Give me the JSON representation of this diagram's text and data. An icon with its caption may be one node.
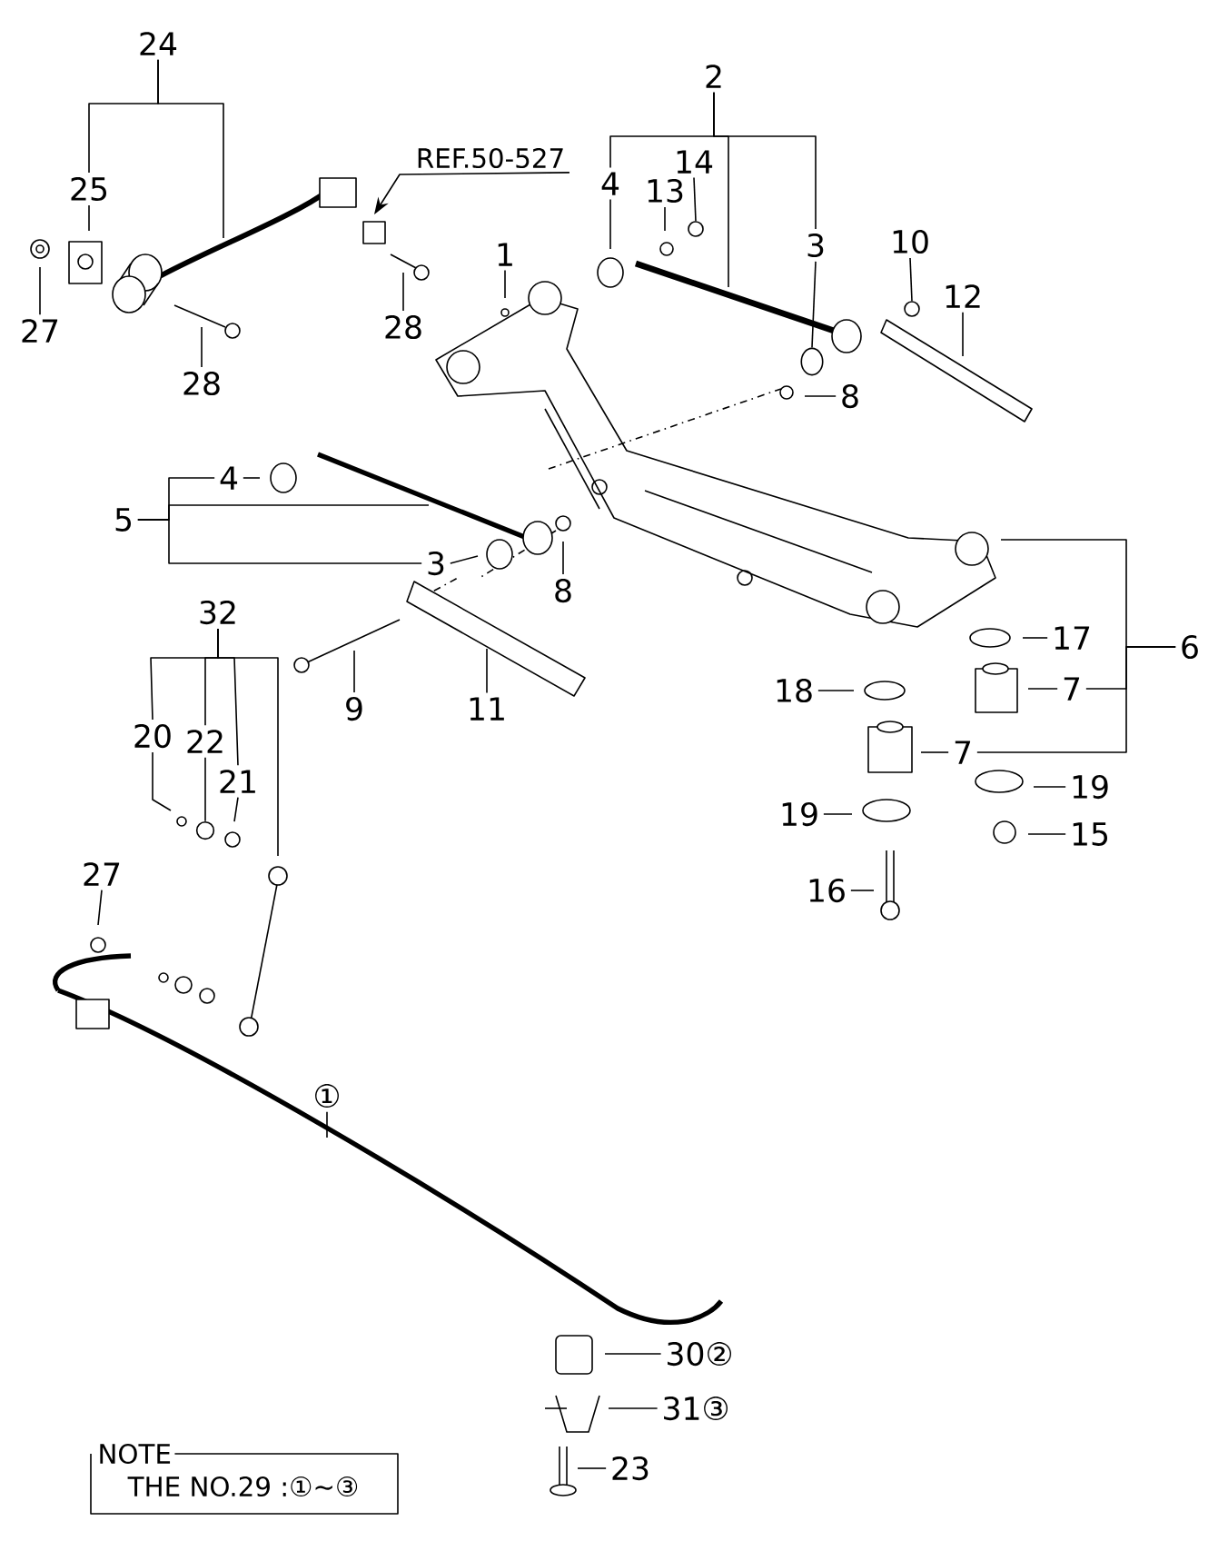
{
  "diagram": {
    "nodes": [
      {
        "text": [
          "24"
        ]
      },
      {
        "text": [
          "25"
        ]
      },
      {
        "text": [
          "27"
        ]
      },
      {
        "text": [
          "28"
        ]
      },
      {
        "text": [
          "REF.50-527"
        ]
      },
      {
        "text": [
          "28"
        ]
      },
      {
        "text": [
          "2"
        ]
      },
      {
        "text": [
          "4"
        ]
      },
      {
        "text": [
          "14"
        ]
      },
      {
        "text": [
          "13"
        ]
      },
      {
        "text": [
          "1"
        ]
      },
      {
        "text": [
          "3"
        ]
      },
      {
        "text": [
          "10"
        ]
      },
      {
        "text": [
          "12"
        ]
      },
      {
        "text": [
          "8"
        ]
      },
      {
        "text": [
          "4"
        ]
      },
      {
        "text": [
          "5"
        ]
      },
      {
        "text": [
          "3"
        ]
      },
      {
        "text": [
          "8"
        ]
      },
      {
        "text": [
          "32"
        ]
      },
      {
        "text": [
          "9"
        ]
      },
      {
        "text": [
          "11"
        ]
      },
      {
        "text": [
          "20"
        ]
      },
      {
        "text": [
          "22"
        ]
      },
      {
        "text": [
          "21"
        ]
      },
      {
        "text": [
          "17"
        ]
      },
      {
        "text": [
          "6"
        ]
      },
      {
        "text": [
          "18"
        ]
      },
      {
        "text": [
          "7"
        ]
      },
      {
        "text": [
          "7"
        ]
      },
      {
        "text": [
          "19"
        ]
      },
      {
        "text": [
          "19"
        ]
      },
      {
        "text": [
          "15"
        ]
      },
      {
        "text": [
          "16"
        ]
      },
      {
        "text": [
          "27"
        ]
      },
      {
        "text": [
          "①"
        ]
      },
      {
        "text": [
          "30②"
        ]
      },
      {
        "text": [
          "31③"
        ]
      },
      {
        "text": [
          "23"
        ]
      },
      {
        "text": [
          "NOTE",
          "THE NO.29 :①~③"
        ]
      },
      {
        "text": [],
        "shape": "circle"
      },
      {
        "text": [],
        "shape": "cylinder"
      },
      {
        "text": [],
        "shape": "circle"
      },
      {
        "text": [],
        "shape": "circle"
      }
    ],
    "edges": [
      {
        "from": 0,
        "to": 1,
        "arrow": "none"
      },
      {
        "from": 0,
        "to": null,
        "arrow": "none"
      },
      {
        "from": 1,
        "to": null,
        "arrow": "none"
      },
      {
        "from": 2,
        "to": null,
        "arrow": "none"
      },
      {
        "from": 3,
        "to": null,
        "arrow": "none"
      },
      {
        "from": 4,
        "to": null,
        "arrow": "to"
      },
      {
        "from": 5,
        "to": null,
        "arrow": "none"
      },
      {
        "from": 6,
        "to": 7,
        "arrow": "none"
      },
      {
        "from": 6,
        "to": null,
        "arrow": "none"
      },
      {
        "from": 6,
        "to": 11,
        "arrow": "none"
      },
      {
        "from": 7,
        "to": null,
        "arrow": "none"
      },
      {
        "from": 9,
        "to": null,
        "arrow": "none"
      },
      {
        "from": 8,
        "to": 40,
        "arrow": "none"
      },
      {
        "from": 11,
        "to": 41,
        "arrow": "none"
      },
      {
        "from": 12,
        "to": 42,
        "arrow": "none"
      },
      {
        "from": 13,
        "to": null,
        "arrow": "none"
      },
      {
        "from": 14,
        "to": null,
        "arrow": "none"
      },
      {
        "from": 16,
        "to": 15,
        "arrow": "none"
      },
      {
        "from": 16,
        "to": null,
        "arrow": "none"
      },
      {
        "from": 16,
        "to": 17,
        "arrow": "none"
      },
      {
        "from": 15,
        "to": null,
        "arrow": "none"
      },
      {
        "from": 17,
        "to": null,
        "arrow": "none"
      },
      {
        "from": 18,
        "to": null,
        "arrow": "none"
      },
      {
        "from": 20,
        "to": null,
        "arrow": "none"
      },
      {
        "from": 21,
        "to": null,
        "arrow": "none"
      },
      {
        "from": 19,
        "to": 22,
        "arrow": "none"
      },
      {
        "from": 19,
        "to": 23,
        "arrow": "none"
      },
      {
        "from": 19,
        "to": 24,
        "arrow": "none"
      },
      {
        "from": 19,
        "to": null,
        "arrow": "none"
      },
      {
        "from": 22,
        "to": null,
        "arrow": "none"
      },
      {
        "from": 23,
        "to": 43,
        "arrow": "none"
      },
      {
        "from": 24,
        "to": null,
        "arrow": "none"
      },
      {
        "from": 34,
        "to": null,
        "arrow": "none"
      },
      {
        "from": 25,
        "to": null,
        "arrow": "none"
      },
      {
        "from": 26,
        "to": null,
        "arrow": "none"
      },
      {
        "from": 26,
        "to": 28,
        "arrow": "none"
      },
      {
        "from": 26,
        "to": 29,
        "arrow": "none"
      },
      {
        "from": 28,
        "to": null,
        "arrow": "none"
      },
      {
        "from": 29,
        "to": null,
        "arrow": "none"
      },
      {
        "from": 27,
        "to": null,
        "arrow": "none"
      },
      {
        "from": 30,
        "to": null,
        "arrow": "none"
      },
      {
        "from": 31,
        "to": null,
        "arrow": "none"
      },
      {
        "from": 32,
        "to": null,
        "arrow": "none"
      },
      {
        "from": 33,
        "to": null,
        "arrow": "none"
      },
      {
        "from": 35,
        "to": null,
        "arrow": "none"
      },
      {
        "from": 36,
        "to": null,
        "arrow": "none"
      },
      {
        "from": 37,
        "to": null,
        "arrow": "none"
      },
      {
        "from": 38,
        "to": null,
        "arrow": "none"
      },
      {
        "from": 10,
        "to": null,
        "arrow": "none"
      }
    ]
  }
}
